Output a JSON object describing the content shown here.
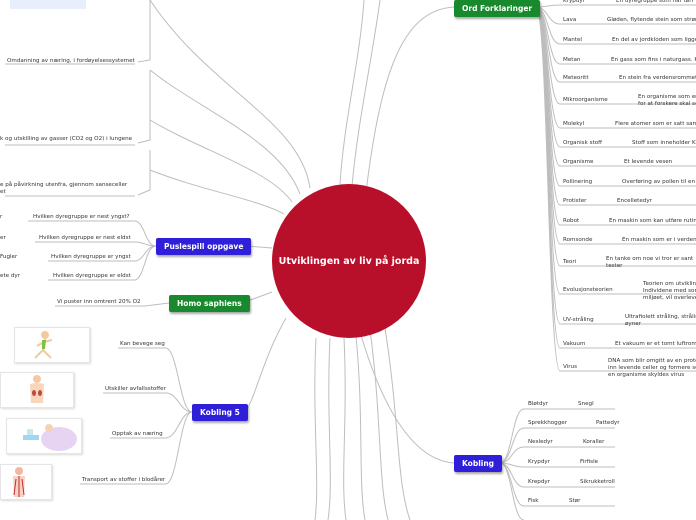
{
  "center": {
    "title": "Utviklingen av liv på jorda"
  },
  "top_left": [
    {
      "text": "Omdanning av næring, i fordøyelsessystemet"
    },
    {
      "text": "k og utskilling av gasser (CO2 og O2) i lungene"
    },
    {
      "line1": "e på påvirkning utenfra, gjennom sanseceller",
      "line2": "et"
    }
  ],
  "puslespill": {
    "title": "Puslespill oppgave",
    "items": [
      {
        "label": "Hvilken dyregruppe er nest yngst?",
        "answer": "r"
      },
      {
        "label": "Hvilken dyregruppe er nest eldst",
        "answer": "er"
      },
      {
        "label": "Hvilken dyregruppe er yngst",
        "answer": "Fugler"
      },
      {
        "label": "Hvilken dyregruppe er eldst",
        "answer": "ete dyr"
      }
    ]
  },
  "homo": {
    "title": "Homo saphiens",
    "items": [
      {
        "label": "Vi puster inn omtrent 20% O2"
      }
    ]
  },
  "kobling5": {
    "title": "Kobling 5",
    "items": [
      {
        "label": "Kan bevege seg",
        "image": "running-person-icon"
      },
      {
        "label": "Utskiller avfallsstoffer",
        "image": "kidney-body-icon"
      },
      {
        "label": "Opptak  av næring",
        "image": "digestion-icon"
      },
      {
        "label": "Transport av stoffer i blodårer",
        "image": "blood-vessels-icon"
      }
    ]
  },
  "ord": {
    "title": "Ord Forklaringer",
    "items": [
      {
        "term": "Krypdyr",
        "def": [
          "En dyregruppe som har tørr"
        ]
      },
      {
        "term": "Lava",
        "def": [
          "Gløden, flytende stein som strøm"
        ]
      },
      {
        "term": "Mantel",
        "def": [
          "En del av jordkloden som ligger"
        ]
      },
      {
        "term": "Metan",
        "def": [
          "En gass som fins i naturgass. K"
        ]
      },
      {
        "term": "Meteoritt",
        "def": [
          "En stein fra verdensrommet"
        ]
      },
      {
        "term": "Mikroorganisme",
        "def": [
          "En organisme som er",
          "for at forskere skal se"
        ]
      },
      {
        "term": "Molekyl",
        "def": [
          "Flere atomer som er satt sam"
        ]
      },
      {
        "term": "Organisk stoff",
        "def": [
          "Stoff som inneholder K"
        ]
      },
      {
        "term": "Organisme",
        "def": [
          "Et levende vesen"
        ]
      },
      {
        "term": "Pollinering",
        "def": [
          "Overføring av pollen til en"
        ]
      },
      {
        "term": "Protister",
        "def": [
          "Encelletedyr"
        ]
      },
      {
        "term": "Robot",
        "def": [
          "En maskin som kan utføre rutin"
        ]
      },
      {
        "term": "Romsonde",
        "def": [
          "En maskin som er i verden"
        ]
      },
      {
        "term": "Teori",
        "def": [
          "En tanke om noe vi tror er sant",
          "tester"
        ]
      },
      {
        "term": "Evolusjonsteorien",
        "def": [
          "Teorien om utviklin",
          "Individene med som",
          "miljøet, vil overleve"
        ]
      },
      {
        "term": "UV-stråling",
        "def": [
          "Ultrafiolett stråling, strålin",
          "øyner"
        ]
      },
      {
        "term": "Vakuum",
        "def": [
          "Et vakuum er et tomt luftrom"
        ]
      },
      {
        "term": "Virus",
        "def": [
          "DNA som blir omgitt av en prote",
          "inn levende celler og formere se",
          "en organisme skyldes virus"
        ]
      }
    ]
  },
  "kobling": {
    "title": "Kobling",
    "items": [
      {
        "term": "Bløtdyr",
        "match": "Snegl"
      },
      {
        "term": "Sprekkhogger",
        "match": "Pattedyr"
      },
      {
        "term": "Nesledyr",
        "match": "Koraller"
      },
      {
        "term": "Krypdyr",
        "match": "Firfisle"
      },
      {
        "term": "Krepdyr",
        "match": "Sikrukketroll"
      },
      {
        "term": "Fisk",
        "match": "Stør"
      }
    ]
  },
  "colors": {
    "center": "#b8102a",
    "topic_blue": "#2f1fd8",
    "topic_green": "#188a2d",
    "link": "#b9b9b9"
  }
}
